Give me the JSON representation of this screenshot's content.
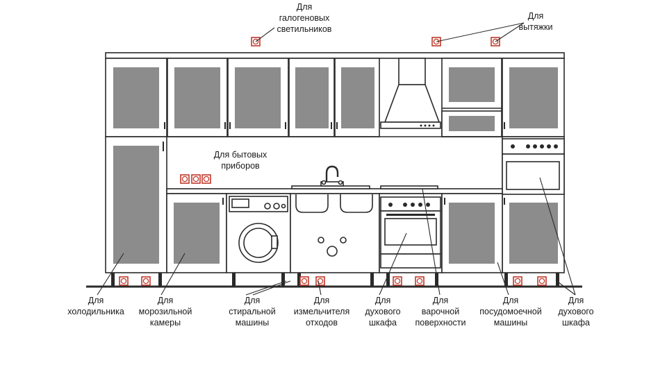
{
  "labels": {
    "halogen": [
      "Для",
      "галогеновых",
      "светильников"
    ],
    "hood": [
      "Для",
      "вытяжки"
    ],
    "appliances": [
      "Для  бытовых",
      "приборов"
    ],
    "fridge": [
      "Для",
      "холодильника"
    ],
    "freezer": [
      "Для",
      "морозильной",
      "камеры"
    ],
    "washer": [
      "Для",
      "стиральной",
      "машины"
    ],
    "disposer": [
      "Для",
      "измельчителя",
      "отходов"
    ],
    "oven1": [
      "Для",
      "духового",
      "шкафа"
    ],
    "hob": [
      "Для",
      "варочной",
      "поверхности"
    ],
    "dishwasher": [
      "Для",
      "посудомоечной",
      "машины"
    ],
    "oven2": [
      "Для",
      "духового",
      "шкафа"
    ]
  },
  "colors": {
    "outline": "#2a2a2a",
    "panel": "#8c8c8c",
    "socket": "#c0392b",
    "text": "#1a1a1a"
  },
  "icons": {
    "socket": "electrical-outlet-icon"
  }
}
